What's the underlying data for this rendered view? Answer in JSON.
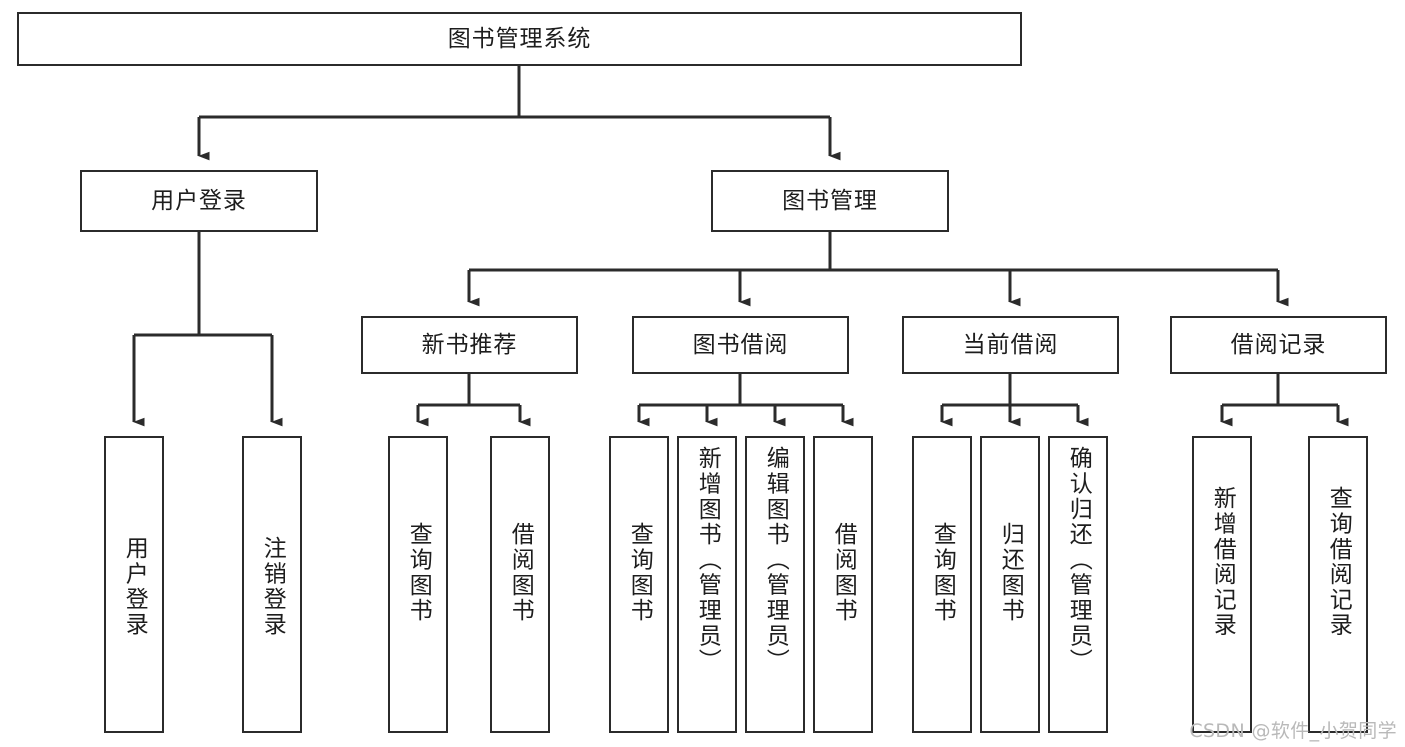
{
  "diagram": {
    "type": "tree",
    "title": "图书管理系统",
    "orientation": "top-down",
    "stroke_color": "#2b2b2b",
    "background_color": "#ffffff",
    "levels": 4,
    "root": {
      "id": "root",
      "label": "图书管理系统"
    },
    "level2": [
      {
        "id": "user-login",
        "label": "用户登录"
      },
      {
        "id": "book-manage",
        "label": "图书管理"
      }
    ],
    "level3": [
      {
        "id": "new-book-recommend",
        "label": "新书推荐",
        "parent": "book-manage"
      },
      {
        "id": "book-borrow",
        "label": "图书借阅",
        "parent": "book-manage"
      },
      {
        "id": "current-borrow",
        "label": "当前借阅",
        "parent": "book-manage"
      },
      {
        "id": "borrow-record",
        "label": "借阅记录",
        "parent": "book-manage"
      }
    ],
    "leaves": {
      "user-login": [
        {
          "id": "leaf-user-login",
          "label": "用户登录"
        },
        {
          "id": "leaf-user-logout",
          "label": "注销登录"
        }
      ],
      "new-book-recommend": [
        {
          "id": "leaf-query-book-1",
          "label": "查询图书"
        },
        {
          "id": "leaf-borrow-book-1",
          "label": "借阅图书"
        }
      ],
      "book-borrow": [
        {
          "id": "leaf-query-book-2",
          "label": "查询图书"
        },
        {
          "id": "leaf-add-book",
          "label": "新增图书（管理员）"
        },
        {
          "id": "leaf-edit-book",
          "label": "编辑图书（管理员）"
        },
        {
          "id": "leaf-borrow-book-2",
          "label": "借阅图书"
        }
      ],
      "current-borrow": [
        {
          "id": "leaf-query-book-3",
          "label": "查询图书"
        },
        {
          "id": "leaf-return-book",
          "label": "归还图书"
        },
        {
          "id": "leaf-confirm-return",
          "label": "确认归还（管理员）"
        }
      ],
      "borrow-record": [
        {
          "id": "leaf-add-record",
          "label": "新增借阅记录"
        },
        {
          "id": "leaf-query-record",
          "label": "查询借阅记录"
        }
      ]
    }
  },
  "watermark": {
    "text": "CSDN @软件_小贺同学"
  }
}
